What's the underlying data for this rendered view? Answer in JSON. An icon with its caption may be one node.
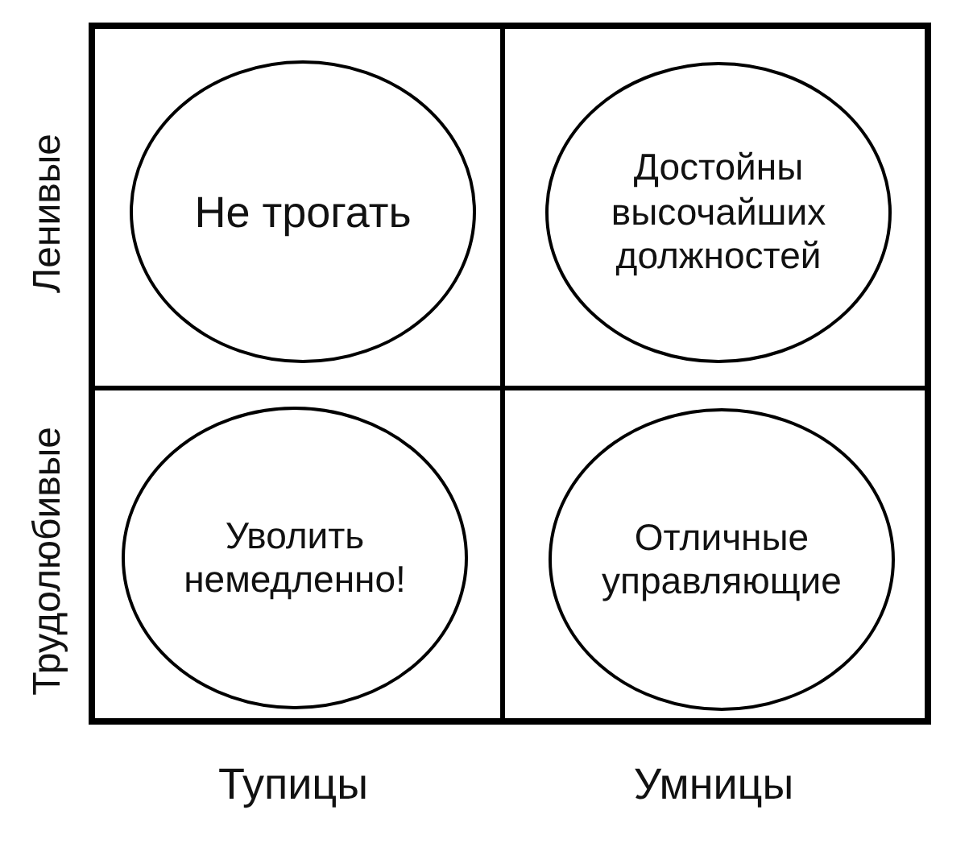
{
  "diagram": {
    "nodes": [
      {
        "text": [
          "Не трогать"
        ]
      },
      {
        "text": [
          "Достойны высочайших должностей"
        ]
      },
      {
        "text": [
          "Уволить немедленно!"
        ]
      },
      {
        "text": [
          "Отличные управляющие"
        ]
      }
    ],
    "edges": [],
    "labels": [
      "Ленивые",
      "Трудолюбивые",
      "Тупицы",
      "Умницы"
    ]
  }
}
